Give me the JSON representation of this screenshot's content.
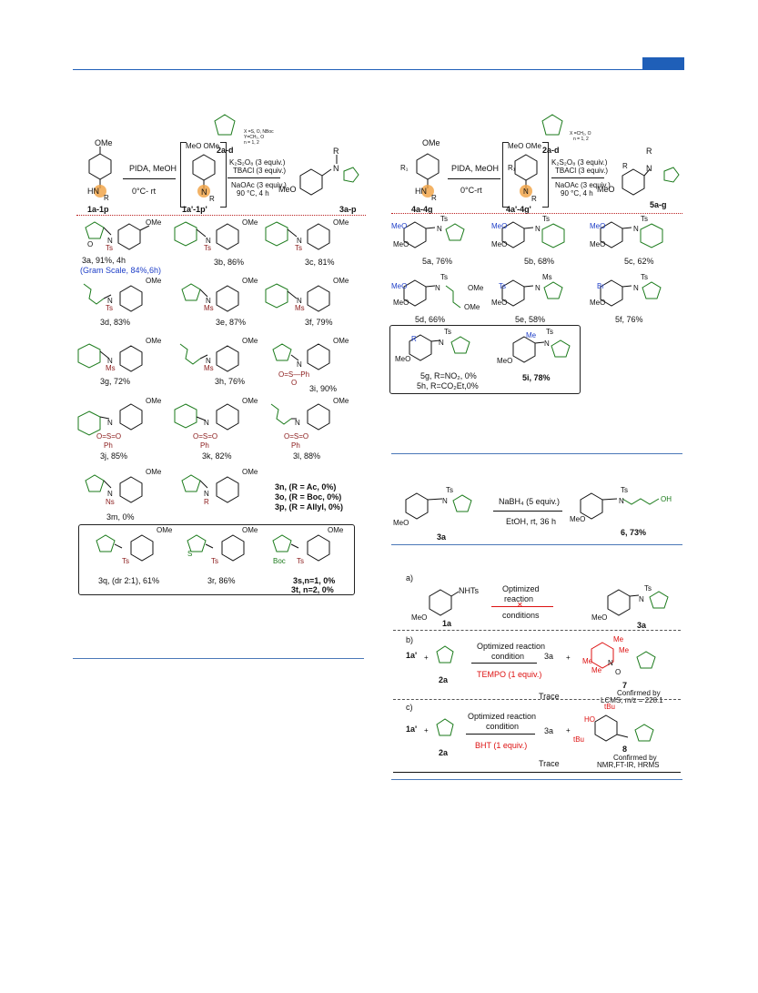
{
  "header": {
    "accent_color": "#1f5fb8"
  },
  "left_scheme": {
    "reagent_top": "2a-d",
    "reagent_cond": [
      "X =S, O, NBoc",
      "Y=CH₂, O",
      "n = 1, 2"
    ],
    "step1": "PIDA, MeOH",
    "temp1": "0°C- rt",
    "cond2": [
      "K₂S₂O₈ (3 equiv.)",
      "TBACl (3 equiv.)",
      "NaOAc (3 equiv.)",
      "90 °C, 4 h"
    ],
    "sm_label": "1a-1p",
    "int_label": "1a'-1p'",
    "prod_label": "3a-p"
  },
  "left_products": [
    {
      "id": "3a",
      "line1": "3a, 91%, 4h",
      "line2": "(Gram Scale, 84%,6h)",
      "group": "Ts"
    },
    {
      "id": "3b",
      "line1": "3b, 86%",
      "group": "Ts"
    },
    {
      "id": "3c",
      "line1": "3c, 81%",
      "group": "Ts"
    },
    {
      "id": "3d",
      "line1": "3d, 83%",
      "group": "Ts"
    },
    {
      "id": "3e",
      "line1": "3e, 87%",
      "group": "Ms"
    },
    {
      "id": "3f",
      "line1": "3f, 79%",
      "group": "Ms"
    },
    {
      "id": "3g",
      "line1": "3g, 72%",
      "group": "Ms"
    },
    {
      "id": "3h",
      "line1": "3h, 76%",
      "group": "Ms"
    },
    {
      "id": "3i",
      "line1": "3i, 90%",
      "group": "SO2Ph"
    },
    {
      "id": "3j",
      "line1": "3j, 85%",
      "group": "SO2Ph"
    },
    {
      "id": "3k",
      "line1": "3k, 82%",
      "group": "SO2Ph"
    },
    {
      "id": "3l",
      "line1": "3l, 88%",
      "group": "SO2Ph"
    },
    {
      "id": "3m",
      "line1": "3m, 0%",
      "group": "Ns"
    }
  ],
  "left_fail": [
    "3n, (R = Ac, 0%)",
    "3o, (R = Boc,  0%)",
    "3p, (R = Allyl, 0%)"
  ],
  "left_box": {
    "q": "3q, (dr 2:1), 61%",
    "r": "3r, 86%",
    "s": "3s,n=1, 0%",
    "t": "3t, n=2, 0%"
  },
  "right_scheme": {
    "reagent_top": "2a-d",
    "reagent_cond": [
      "X =CH₂, O",
      "n = 1, 2"
    ],
    "step1": "PIDA, MeOH",
    "temp1": "0°C-rt",
    "cond2": [
      "K₂S₂O₈ (3 equiv.)",
      "TBACl (3 equiv.)",
      "NaOAc (3 equiv.)",
      "90 °C, 4 h"
    ],
    "sm_label": "4a-4g",
    "int_label": "4a'-4g'",
    "prod_label": "5a-g"
  },
  "right_products": [
    {
      "id": "5a",
      "line": "5a, 76%"
    },
    {
      "id": "5b",
      "line": "5b, 68%"
    },
    {
      "id": "5c",
      "line": "5c, 62%"
    },
    {
      "id": "5d",
      "line": "5d, 66%"
    },
    {
      "id": "5e",
      "line": "5e, 58%"
    },
    {
      "id": "5f",
      "line": "5f, 76%"
    }
  ],
  "right_box": {
    "g": "5g, R=NO₂, 0%",
    "h": "5h, R=CO₂Et,0%",
    "i": "5i, 78%"
  },
  "reduction": {
    "reagent": "NaBH₄ (5 equiv.)",
    "cond": "EtOH, rt, 36 h",
    "sm": "3a",
    "product": "6,  73%"
  },
  "mech": {
    "a_label": "a)",
    "a_arrow_top": [
      "Optimized",
      "reaction"
    ],
    "a_arrow_bottom": "conditions",
    "a_sm": "1a",
    "a_prod": "3a",
    "b_label": "b)",
    "b_top": [
      "Optimized reaction",
      "condition"
    ],
    "b_additive": "TEMPO (1 equiv.)",
    "b_prod_num": "7",
    "b_confirm": [
      "Confirmed by",
      "LCMS; m/z = 228.1"
    ],
    "trace": "Trace",
    "c_label": "c)",
    "c_top": [
      "Optimized reaction",
      "condition"
    ],
    "c_additive": "BHT (1 equiv.)",
    "c_prod_num": "8",
    "c_confirm": [
      "Confirmed by",
      "NMR,FT-IR, HRMS"
    ],
    "sm_prime": "1a'",
    "thf": "2a",
    "p3a": "3a"
  }
}
